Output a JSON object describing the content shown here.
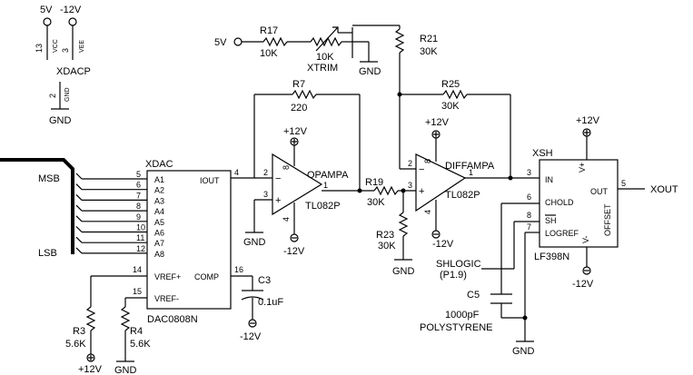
{
  "power": {
    "vcc_top": "5V",
    "vee_top": "-12V",
    "vcc_pin_label": "VCC",
    "vee_pin_label": "VEE",
    "vcc_pin": "13",
    "vee_pin": "3",
    "gnd_pin_label": "GND",
    "gnd_pin": "2"
  },
  "xdacp": {
    "name": "XDACP",
    "gnd_label": "GND"
  },
  "xtrim": {
    "supply": "5V",
    "r17_name": "R17",
    "r17_value": "10K",
    "pot_value": "10K",
    "pot_name": "XTRIM",
    "gnd_label": "GND"
  },
  "r21": {
    "name": "R21",
    "value": "30K"
  },
  "r7": {
    "name": "R7",
    "value": "220"
  },
  "r25": {
    "name": "R25",
    "value": "30K"
  },
  "dac": {
    "name": "XDAC",
    "part": "DAC0808N",
    "msb_label": "MSB",
    "lsb_label": "LSB",
    "inputs": [
      {
        "pin": "5",
        "name": "A1"
      },
      {
        "pin": "6",
        "name": "A2"
      },
      {
        "pin": "7",
        "name": "A3"
      },
      {
        "pin": "8",
        "name": "A4"
      },
      {
        "pin": "9",
        "name": "A5"
      },
      {
        "pin": "10",
        "name": "A6"
      },
      {
        "pin": "11",
        "name": "A7"
      },
      {
        "pin": "12",
        "name": "A8"
      }
    ],
    "iout_label": "IOUT",
    "iout_pin": "4",
    "vref_plus_label": "VREF+",
    "vref_plus_pin": "14",
    "vref_minus_label": "VREF-",
    "vref_minus_pin": "15",
    "comp_label": "COMP",
    "comp_pin": "16"
  },
  "opampa": {
    "name": "OPAMPA",
    "part": "TL082P",
    "vpos": "+12V",
    "vneg": "-12V",
    "pin_inv": "2",
    "pin_noninv": "3",
    "pin_out": "1",
    "pin_vpos": "8",
    "pin_vneg": "4",
    "gnd_label": "GND"
  },
  "diffampa": {
    "name": "DIFFAMPA",
    "part": "TL082P",
    "vpos": "+12V",
    "vneg": "-12V",
    "pin_inv": "2",
    "pin_noninv": "3",
    "pin_out": "1",
    "pin_vpos": "8",
    "pin_vneg": "4",
    "gnd_label": "GND"
  },
  "r19": {
    "name": "R19",
    "value": "30K"
  },
  "r23": {
    "name": "R23",
    "value": "30K",
    "gnd_label": "GND"
  },
  "c3": {
    "name": "C3",
    "value": "0.1uF",
    "vneg": "-12V"
  },
  "r3": {
    "name": "R3",
    "value": "5.6K",
    "supply": "+12V"
  },
  "r4": {
    "name": "R4",
    "value": "5.6K",
    "gnd_label": "GND"
  },
  "sh": {
    "name": "XSH",
    "part": "LF398N",
    "in_label": "IN",
    "in_pin": "3",
    "out_label": "OUT",
    "out_pin": "5",
    "chold_label": "CHOLD",
    "chold_pin": "6",
    "sh_label": "SH",
    "sh_pin": "8",
    "logref_label": "LOGREF",
    "logref_pin": "7",
    "vpos_label": "V+",
    "vneg_label": "V-",
    "offset_label": "OFFSET",
    "vpos": "+12V",
    "vneg": "-12V",
    "output_net": "XOUT",
    "shlogic_label": "SHLOGIC",
    "shlogic_sub": "(P1.9)"
  },
  "c5": {
    "name": "C5",
    "value": "1000pF",
    "type": "POLYSTYRENE",
    "gnd_label": "GND"
  }
}
